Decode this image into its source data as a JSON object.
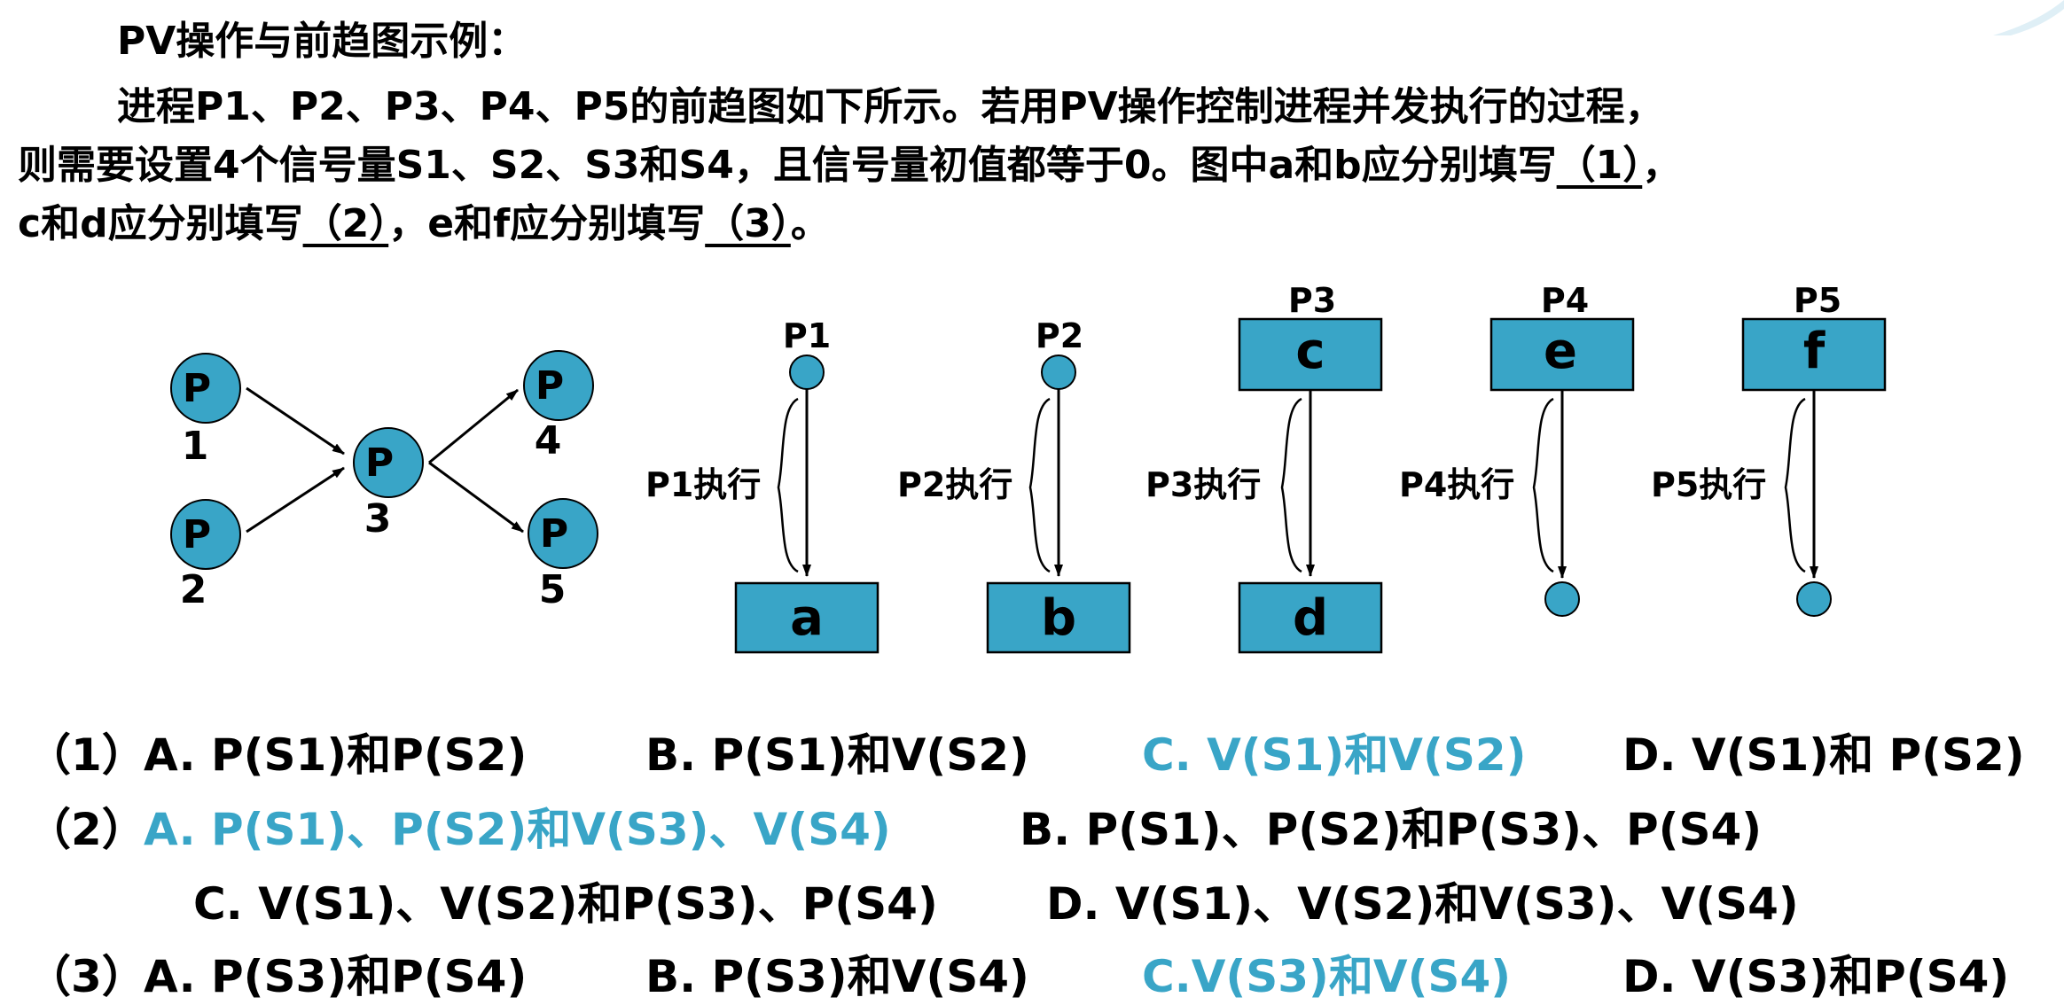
{
  "title": "PV操作与前趋图示例：",
  "question": {
    "line1": "进程P1、P2、P3、P4、P5的前趋图如下所示。若用PV操作控制进程并发执行的过程，",
    "line2a": "则需要设置4个信号量S1、S2、S3和S4，且信号量初值都等于0。图中a和b应分别填写",
    "blank1": "（1）",
    "line2b": "，",
    "line3a": "c和d应分别填写",
    "blank2": "（2）",
    "line3b": "，e和f应分别填写",
    "blank3": "（3）",
    "line3c": "。"
  },
  "precedence_graph": {
    "nodes": [
      {
        "letter": "P",
        "number": "1"
      },
      {
        "letter": "P",
        "number": "2"
      },
      {
        "letter": "P",
        "number": "3"
      },
      {
        "letter": "P",
        "number": "4"
      },
      {
        "letter": "P",
        "number": "5"
      }
    ]
  },
  "processes": [
    {
      "name": "P1",
      "exec_label": "P1执行",
      "bottom": "a"
    },
    {
      "name": "P2",
      "exec_label": "P2执行",
      "bottom": "b"
    },
    {
      "name": "P3",
      "exec_label": "P3执行",
      "top": "c",
      "bottom": "d"
    },
    {
      "name": "P4",
      "exec_label": "P4执行",
      "top": "e"
    },
    {
      "name": "P5",
      "exec_label": "P5执行",
      "top": "f"
    }
  ],
  "options": {
    "q1": {
      "label": "（1）",
      "A": "A. P(S1)和P(S2)",
      "B": "B. P(S1)和V(S2)",
      "C": "C. V(S1)和V(S2)",
      "D": "D. V(S1)和  P(S2)"
    },
    "q2": {
      "label": "（2）",
      "A": "A. P(S1)、P(S2)和V(S3)、V(S4)",
      "B": "B. P(S1)、P(S2)和P(S3)、P(S4)",
      "C": "C. V(S1)、V(S2)和P(S3)、P(S4)",
      "D": "D. V(S1)、V(S2)和V(S3)、V(S4)"
    },
    "q3": {
      "label": "（3）",
      "A": "A. P(S3)和P(S4)",
      "B": "B. P(S3)和V(S4)",
      "C": "C.V(S3)和V(S4)",
      "D": "D. V(S3)和P(S4)"
    }
  },
  "colors": {
    "node_fill": "#39a5c7",
    "answer": "#39a5c7"
  }
}
